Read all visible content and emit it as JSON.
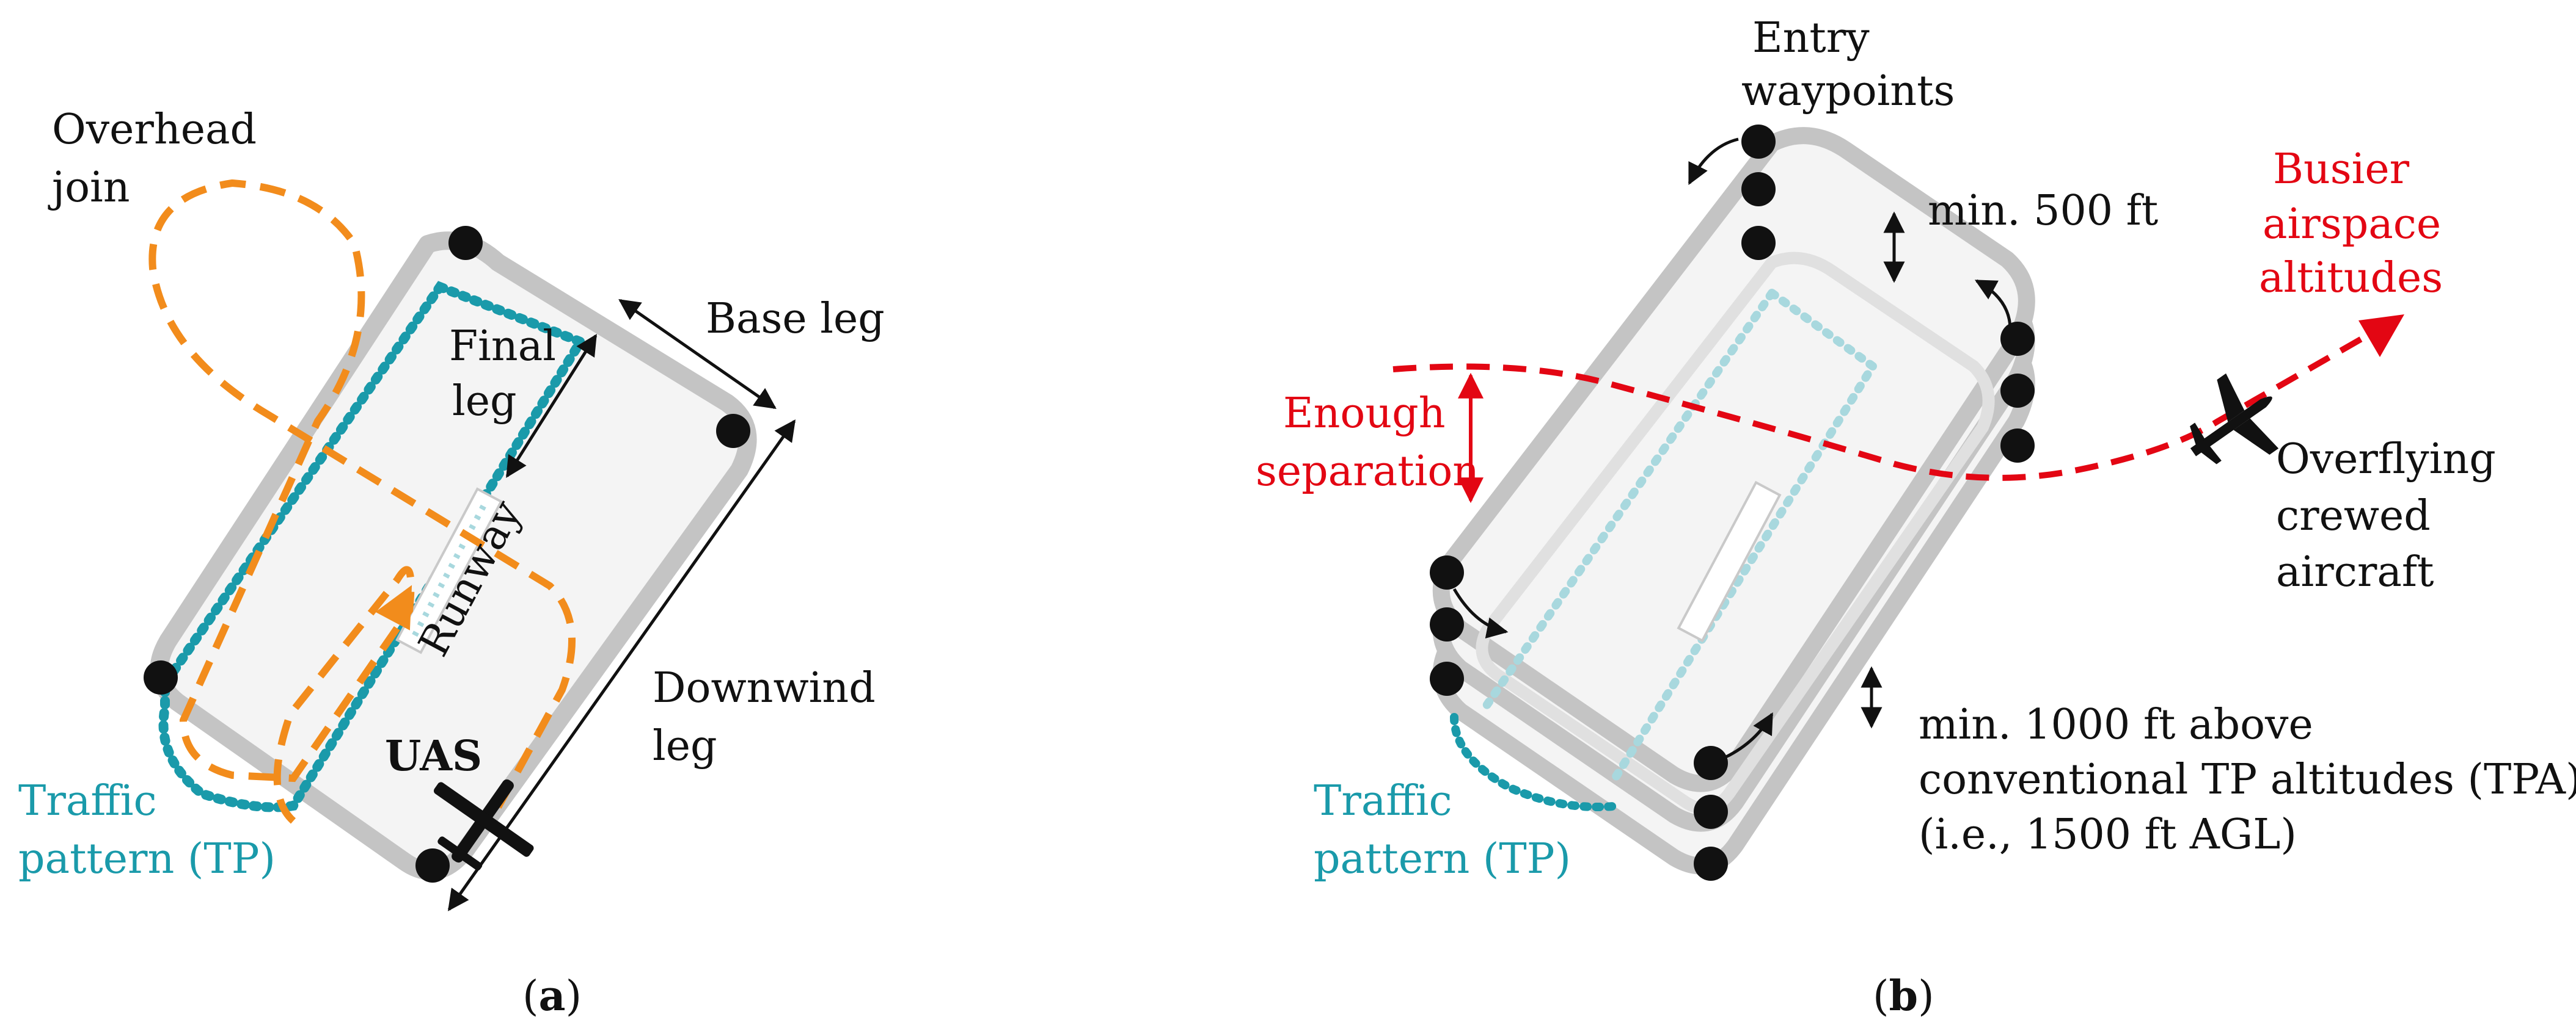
{
  "colors": {
    "pattern_gray": "#c4c4c4",
    "pattern_fill": "#f4f4f4",
    "teal": "#1a9aaa",
    "orange": "#f28c1c",
    "red": "#e30613",
    "dark": "#111111"
  },
  "panel_a": {
    "overhead_join_1": "Overhead",
    "overhead_join_2": "join",
    "final_leg_1": "Final",
    "final_leg_2": "leg",
    "base_leg": "Base leg",
    "runway": "Runway",
    "downwind_leg_1": "Downwind",
    "downwind_leg_2": "leg",
    "uas": "UAS",
    "traffic_pattern_1": "Traffic",
    "traffic_pattern_2": "pattern (TP)",
    "caption_open": "(",
    "caption_letter": "a",
    "caption_close": ")"
  },
  "panel_b": {
    "entry_waypoints_1": "Entry",
    "entry_waypoints_2": "waypoints",
    "min_500": "min. 500 ft",
    "busier_1": "Busier",
    "busier_2": "airspace",
    "busier_3": "altitudes",
    "enough_1": "Enough",
    "enough_2": "separation",
    "overflying_1": "Overflying",
    "overflying_2": "crewed",
    "overflying_3": "aircraft",
    "min_1000_1": "min. 1000 ft above",
    "min_1000_2": "conventional TP altitudes (TPA)",
    "min_1000_3": "(i.e., 1500 ft AGL)",
    "traffic_pattern_1": "Traffic",
    "traffic_pattern_2": "pattern (TP)",
    "caption_open": "(",
    "caption_letter": "b",
    "caption_close": ")"
  }
}
